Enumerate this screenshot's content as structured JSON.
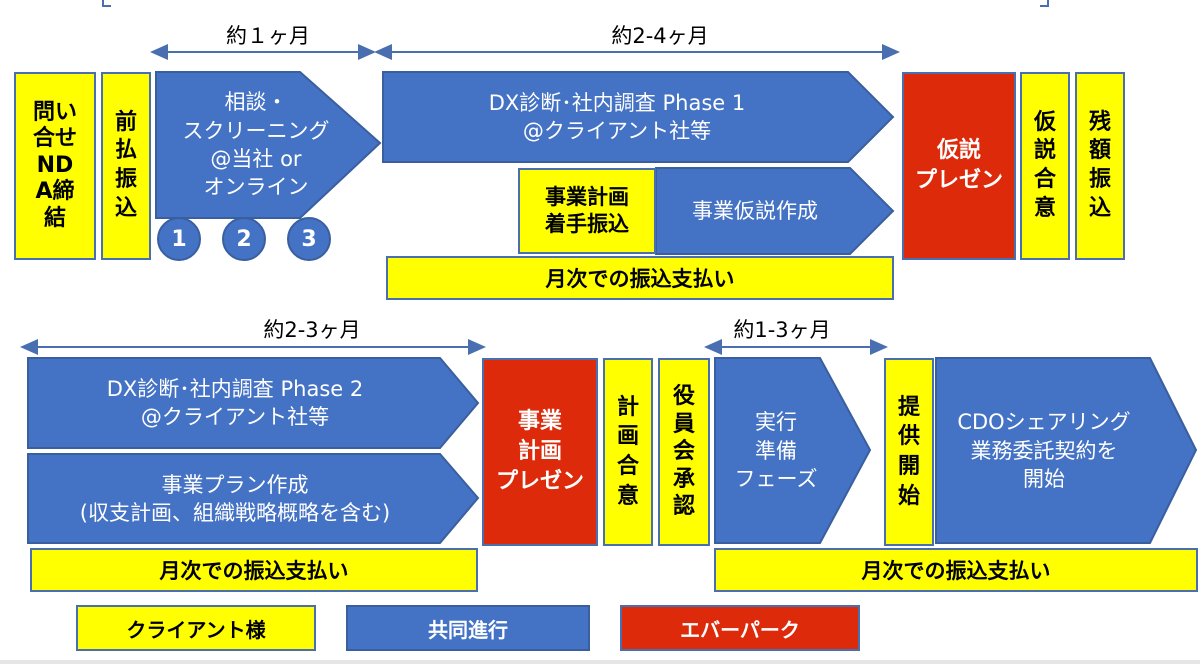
{
  "durations": {
    "d1": "約１ヶ月",
    "d2": "約2-4ヶ月",
    "d3": "約2-3ヶ月",
    "d4": "約1-3ヶ月"
  },
  "row1": {
    "nda": "問い\n合せ\nND\nA締\n結",
    "prepay": "前\n払\n振\n込",
    "consult": "相談・\nスクリーニング\n@当社 or\nオンライン",
    "steps": [
      "1",
      "2",
      "3"
    ],
    "phase1": "DX診断･社内調査 Phase 1\n@クライアント社等",
    "plan_start": "事業計画\n着手振込",
    "hypothesis": "事業仮説作成",
    "monthly": "月次での振込支払い",
    "hyp_present": "仮説\nプレゼン",
    "hyp_agree": "仮\n説\n合\n意",
    "balance": "残\n額\n振\n込"
  },
  "row2": {
    "phase2": "DX診断･社内調査 Phase 2\n@クライアント社等",
    "biz_plan": "事業プラン作成\n(収支計画、組織戦略概略を含む)",
    "monthly_left": "月次での振込支払い",
    "plan_present": "事業\n計画\nプレゼン",
    "plan_agree": "計\n画\n合\n意",
    "board": "役\n員\n会\n承\n認",
    "execute": "実行\n準備\nフェーズ",
    "provide": "提\n供\n開\n始",
    "cdo": "CDOシェアリング\n業務委託契約を\n開始",
    "monthly_right": "月次での振込支払い"
  },
  "legend": {
    "client": "クライアント様",
    "joint": "共同進行",
    "everpark": "エバーパーク"
  },
  "colors": {
    "client": "#ffff00",
    "joint": "#4472c4",
    "everpark": "#dd2a0b"
  }
}
